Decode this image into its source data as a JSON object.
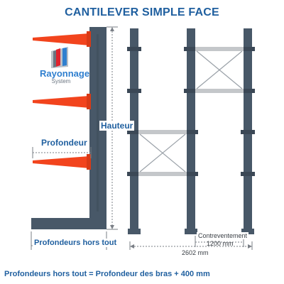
{
  "title": "CANTILEVER SIMPLE FACE",
  "logo": {
    "brand": "Rayonnage",
    "sub": "System"
  },
  "labels": {
    "hauteur": "Hauteur",
    "profondeur": "Profondeur",
    "profondeurs_hors_tout": "Profondeurs hors tout",
    "contreventement": "Contreventement",
    "contreventement_dim": "1200 mm",
    "total_dim": "2602 mm"
  },
  "formula": "Profondeurs hors tout = Profondeur des bras +  400 mm",
  "colors": {
    "title": "#1f5f9f",
    "column": "#485868",
    "arm": "#f2441d",
    "beam": "#c4c7ca",
    "dimension": "#7a7f86"
  }
}
